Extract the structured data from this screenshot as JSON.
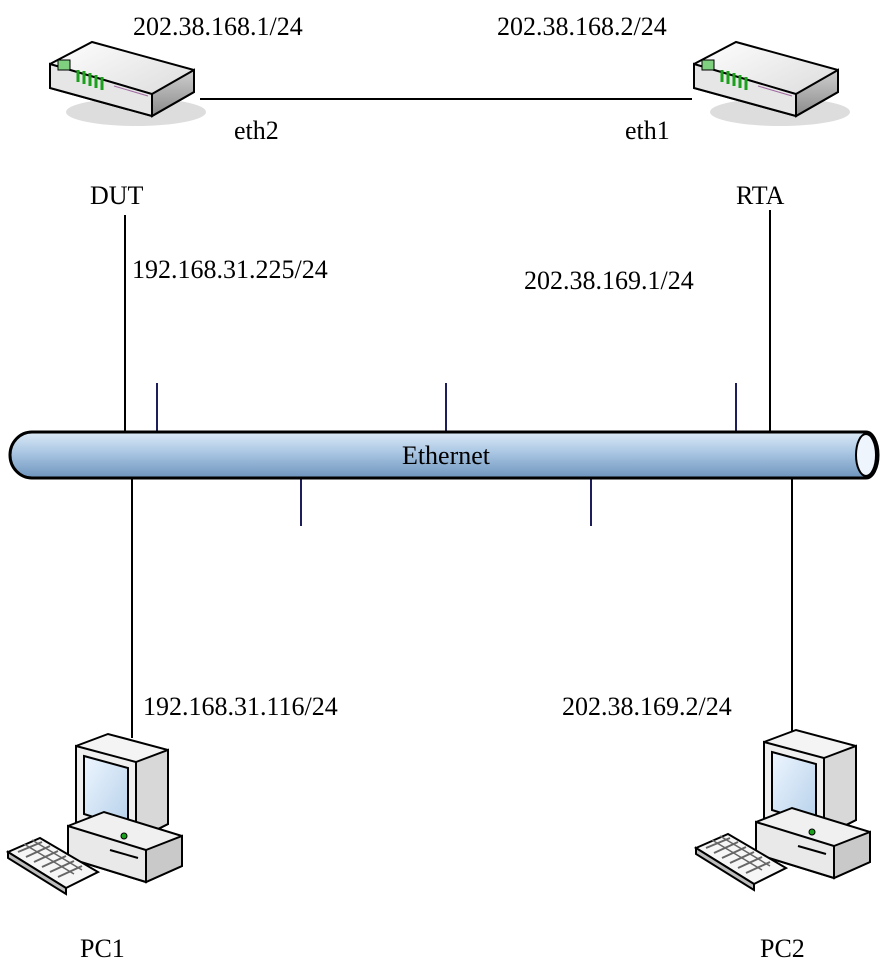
{
  "diagram": {
    "devices": {
      "dut": {
        "label": "DUT",
        "interface": "eth2",
        "wan_ip": "202.38.168.1/24",
        "lan_ip": "192.168.31.225/24"
      },
      "rta": {
        "label": "RTA",
        "interface": "eth1",
        "wan_ip": "202.38.168.2/24",
        "lan_ip": "202.38.169.1/24"
      },
      "pc1": {
        "label": "PC1",
        "ip": "192.168.31.116/24"
      },
      "pc2": {
        "label": "PC2",
        "ip": "202.38.169.2/24"
      }
    },
    "bus": {
      "label": "Ethernet"
    }
  },
  "colors": {
    "line": "#000000",
    "tap": "#1e1e5a",
    "bus_fill": "#b4cde6",
    "bus_stroke": "#000000",
    "router_body": "#f2f2f2",
    "router_led": "#1aa01a",
    "monitor_screen": "#cfe3f7"
  },
  "icons": [
    "router-icon",
    "router-icon",
    "desktop-computer-icon",
    "desktop-computer-icon"
  ]
}
